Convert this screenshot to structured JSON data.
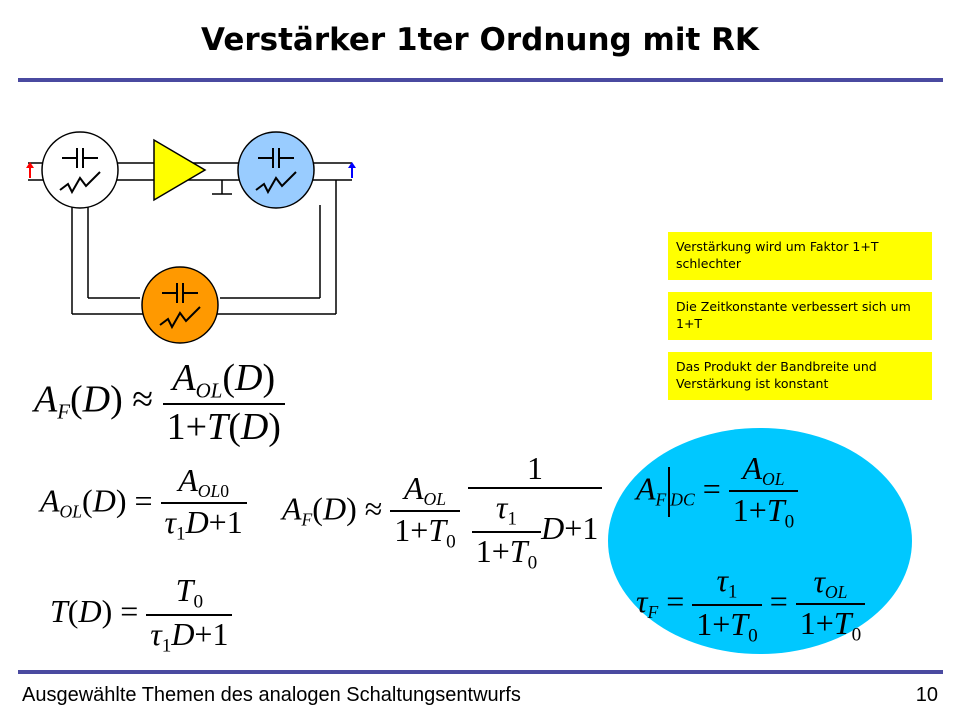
{
  "slide": {
    "title": "Verstärker 1ter Ordnung mit RK",
    "footer_left": "Ausgewählte Themen des analogen Schaltungsentwurfs",
    "page_number": "10"
  },
  "notes": [
    "Verstärkung wird um Faktor 1+T schlechter",
    "Die Zeitkonstante verbessert sich um 1+T",
    "Das Produkt der Bandbreite und Verstärkung ist konstant"
  ],
  "colors": {
    "rule": "#4a4aa0",
    "note_bg": "#ffff00",
    "amplifier_fill": "#ffff00",
    "block_in_fill": "#ffffff",
    "block_out_fill": "#99ccff",
    "feedback_fill": "#ff9900",
    "ellipse_fill": "#00c8ff",
    "input_arrow": "#ff0000",
    "output_arrow": "#0000ff"
  },
  "icons": {
    "circuit": "feedback-amplifier-diagram"
  },
  "eq": {
    "A": "A",
    "F": "F",
    "OL": "OL",
    "OL0": "OL",
    "zero": "0",
    "D": "D",
    "T": "T",
    "tau": "τ",
    "one": "1",
    "plus": "+",
    "approx": "≈",
    "equals": "=",
    "lparen": "(",
    "rparen": ")",
    "DC": "DC",
    "sub1": "1"
  }
}
